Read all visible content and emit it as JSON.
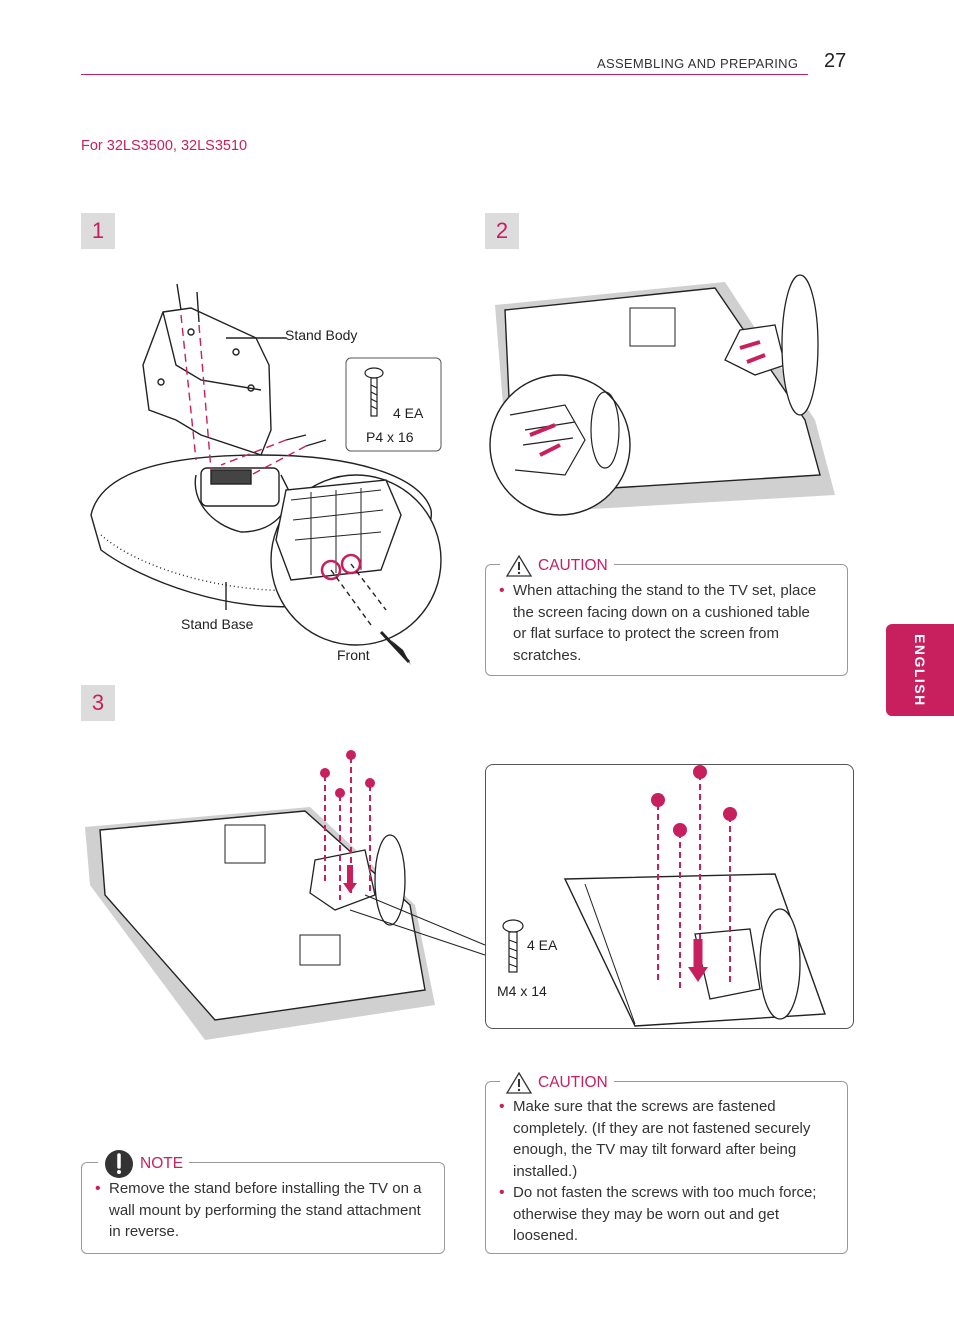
{
  "header": {
    "section": "ASSEMBLING AND PREPARING",
    "page_number": "27"
  },
  "model_line": "For 32LS3500, 32LS3510",
  "side_tab": "ENGLISH",
  "steps": {
    "one": {
      "number": "1",
      "stand_body_label": "Stand Body",
      "stand_base_label": "Stand Base",
      "front_label": "Front",
      "screw_qty": "4 EA",
      "screw_size": "P4 x 16"
    },
    "two": {
      "number": "2"
    },
    "three": {
      "number": "3",
      "screw_qty": "4 EA",
      "screw_size": "M4 x 14"
    }
  },
  "caution1": {
    "title": "CAUTION",
    "items": [
      "When attaching the stand to the TV set, place the screen facing down on a cushioned table or flat surface to protect the screen from scratches."
    ]
  },
  "caution2": {
    "title": "CAUTION",
    "items": [
      "Make sure that the screws are fastened completely. (If they are not fastened securely enough, the TV may tilt forward after being installed.)",
      "Do not fasten the screws with too much force; otherwise they may be worn out and get loosened."
    ]
  },
  "note": {
    "title": "NOTE",
    "items": [
      "Remove the stand before installing the TV on a wall mount by performing the stand attachment in reverse."
    ]
  },
  "colors": {
    "accent": "#c81f5e",
    "step_box": "#dcdcdc",
    "border": "#9a9a9a"
  },
  "icons": [
    "caution-triangle-icon",
    "note-exclamation-icon",
    "screw-icon",
    "arrow-icon"
  ]
}
